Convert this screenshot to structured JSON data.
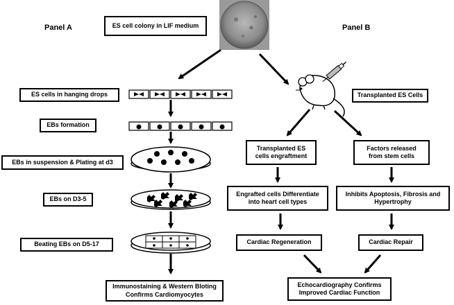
{
  "panels": {
    "a": "Panel A",
    "b": "Panel B"
  },
  "top": {
    "colony": "ES cell colony in LIF medium"
  },
  "panel_a": {
    "hanging_drops": "ES cells in hanging drops",
    "ebs_formation": "EBs formation",
    "suspension": "EBs in suspension & Plating at d3",
    "ebs_d3_5": "EBs on D3-5",
    "beating": "Beating EBs  on D5-17",
    "immuno_line1": "Immunostaining & Western Bloting",
    "immuno_line2": "Confirms Cardiomyocytes"
  },
  "panel_b": {
    "transplanted": "Transplanted ES Cells",
    "engraft_line1": "Transplanted ES",
    "engraft_line2": "cells engraftment",
    "factors_line1": "Factors released",
    "factors_line2": "from stem cells",
    "diff_line1": "Engrafted cells Differentiate",
    "diff_line2": "into heart cell types",
    "inhibit_line1": "Inhibits Apoptosis, Fibrosis and",
    "inhibit_line2": "Hypertrophy",
    "regeneration": "Cardiac Regeneration",
    "repair": "Cardiac Repair",
    "echo_line1": "Echocardiography Confirms",
    "echo_line2": "Improved Cardiac Function"
  },
  "colors": {
    "ink": "#000000",
    "colony": "#8a8a8a",
    "background": "#ffffff"
  }
}
